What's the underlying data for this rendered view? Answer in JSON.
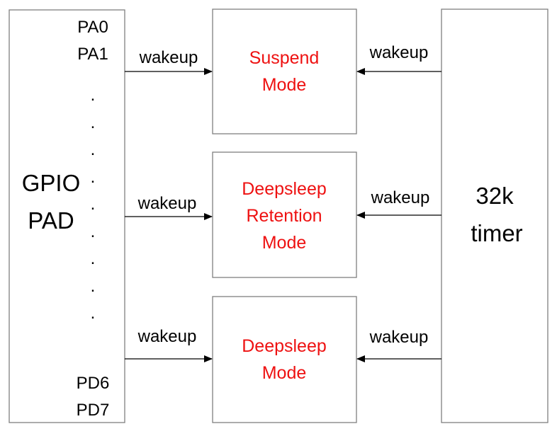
{
  "gpio": {
    "label_lines": [
      "GPIO",
      "PAD"
    ],
    "pins_top": [
      "PA0",
      "PA1"
    ],
    "pins_bottom": [
      "PD6",
      "PD7"
    ],
    "dot": "."
  },
  "timer": {
    "label_lines": [
      "32k",
      "timer"
    ]
  },
  "modes": [
    {
      "lines": [
        "Suspend",
        "Mode"
      ]
    },
    {
      "lines": [
        "Deepsleep",
        "Retention",
        "Mode"
      ]
    },
    {
      "lines": [
        "Deepsleep",
        "Mode"
      ]
    }
  ],
  "arrow_label": "wakeup",
  "colors": {
    "mode_text": "#ee1111",
    "box_border": "#7f7f7f",
    "arrow": "#000000"
  }
}
